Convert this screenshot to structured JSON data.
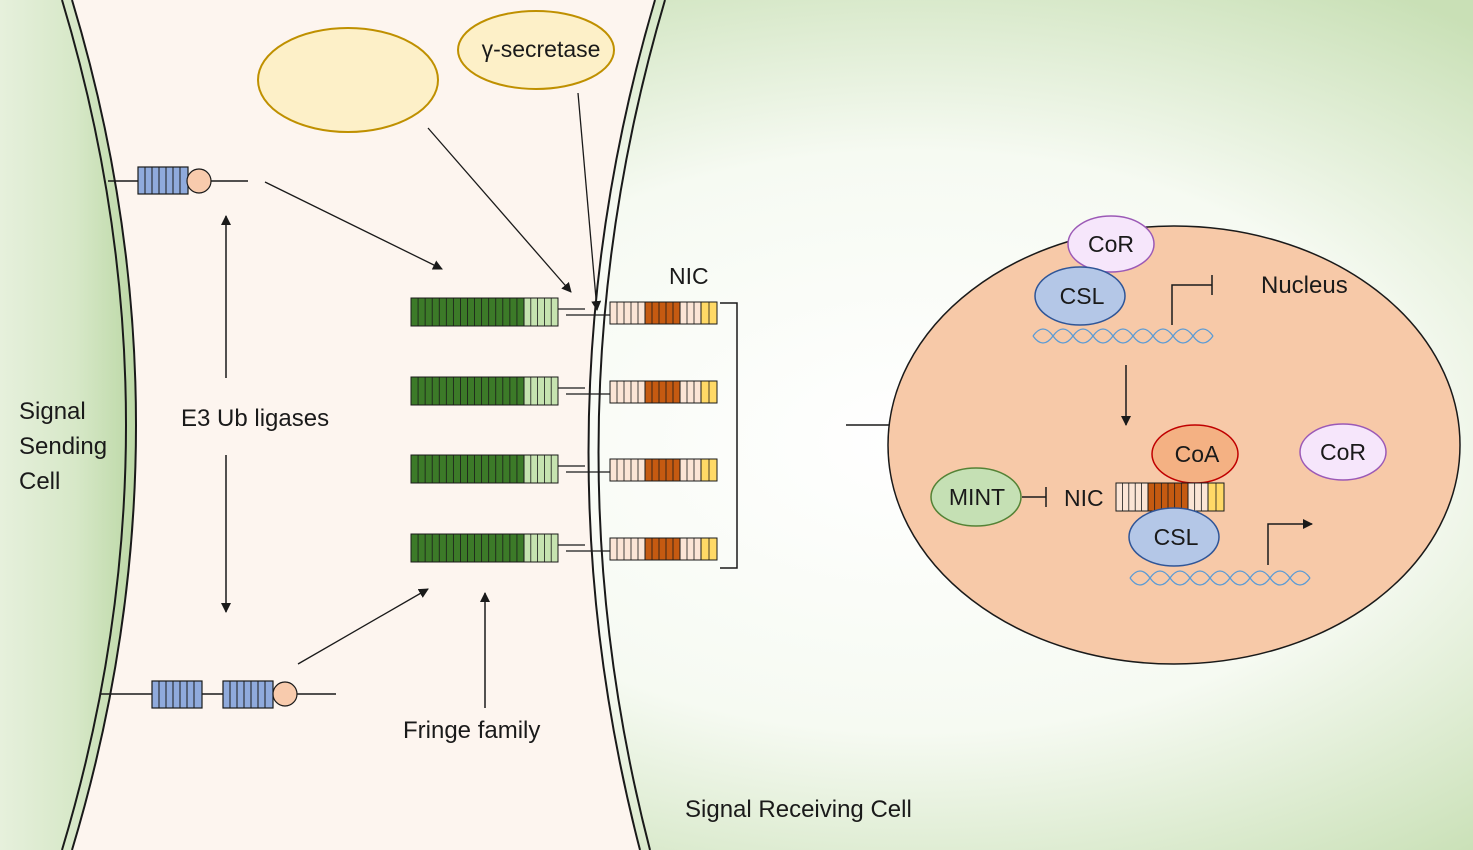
{
  "labels": {
    "gamma_secretase": "γ-secretase",
    "nic_top": "NIC",
    "signal_sending_cell": [
      "Signal",
      "Sending",
      "Cell"
    ],
    "e3_ub_ligases": "E3 Ub ligases",
    "fringe_family": "Fringe family",
    "signal_receiving_cell": "Signal Receiving Cell",
    "nucleus": "Nucleus",
    "cor_top": "CoR",
    "csl_top": "CSL",
    "coa": "CoA",
    "cor_right": "CoR",
    "mint": "MINT",
    "nic_nucleus": "NIC",
    "csl_bottom": "CSL"
  },
  "colors": {
    "sending_cell_green": "#c8dfb8",
    "gap_cream": "#fdf5ef",
    "nucleus_fill": "#f7c9a8",
    "notch_dark_green": "#3c7a28",
    "notch_light_green": "#c6e3b0",
    "nic_light": "#fbe5d6",
    "nic_orange": "#c55a11",
    "nic_yellow": "#ffd966",
    "ligand_blue": "#8faadc",
    "ligand_ball": "#f8cbad",
    "ellipse_fill": "#fdf0c8",
    "ellipse_stroke": "#bf9000",
    "cor_fill": "#f6e6fb",
    "cor_stroke": "#9b59b6",
    "csl_fill": "#b4c7e7",
    "csl_stroke": "#2f5597",
    "coa_fill": "#f4b183",
    "coa_stroke": "#c00000",
    "mint_fill": "#c5e0b4",
    "mint_stroke": "#548235",
    "dna_color": "#5b9bd5"
  }
}
